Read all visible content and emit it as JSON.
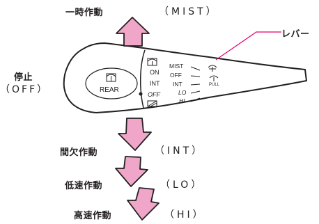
{
  "labels": {
    "mist_jp": "一時作動",
    "mist_en": "（MIST）",
    "lever": "レバー",
    "stop_jp": "停止",
    "stop_en": "（OFF）",
    "int_jp": "間欠作動",
    "int_en": "（INT）",
    "lo_jp": "低速作動",
    "lo_en": "（LO）",
    "hi_jp": "高速作動",
    "hi_en": "（HI）"
  },
  "switch": {
    "rear_label": "REAR",
    "rear_positions": [
      "ON",
      "INT",
      "OFF"
    ],
    "front_positions": [
      "MIST",
      "OFF",
      "INT",
      "LO",
      "HI"
    ],
    "pull_label": "PULL"
  },
  "colors": {
    "arrow_fill": "#f0a6c8",
    "leader_line": "#e0006e",
    "outline": "#231f20"
  },
  "icons": [
    "rear-wiper-icon",
    "front-washer-icon",
    "rear-washer-icon"
  ]
}
